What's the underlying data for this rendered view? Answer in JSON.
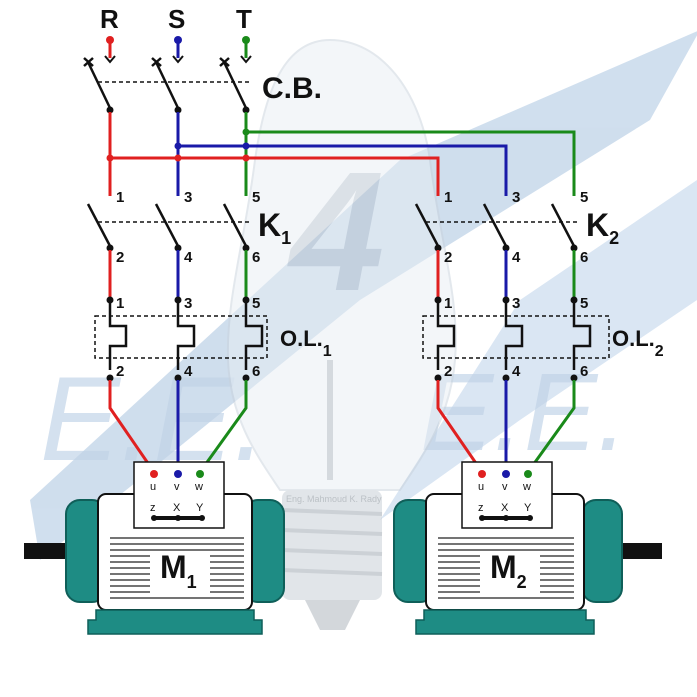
{
  "phases": [
    "R",
    "S",
    "T"
  ],
  "breaker_label": "C.B.",
  "contactor_1": {
    "label": "K",
    "sub": "1"
  },
  "contactor_2": {
    "label": "K",
    "sub": "2"
  },
  "overload_1": {
    "label": "O.L.",
    "sub": "1"
  },
  "overload_2": {
    "label": "O.L.",
    "sub": "2"
  },
  "terminal_numbers": {
    "line": [
      "1",
      "3",
      "5"
    ],
    "load": [
      "2",
      "4",
      "6"
    ]
  },
  "motor_1": {
    "label": "M",
    "sub": "1",
    "top_terminals": [
      "u",
      "v",
      "w"
    ],
    "bottom_terminals": [
      "z",
      "X",
      "Y"
    ]
  },
  "motor_2": {
    "label": "M",
    "sub": "2",
    "top_terminals": [
      "u",
      "v",
      "w"
    ],
    "bottom_terminals": [
      "z",
      "X",
      "Y"
    ]
  },
  "watermark": {
    "center_mark": "4",
    "side_mark": "E.E.",
    "signature": "Eng. Mahmoud K. Rady"
  },
  "colors": {
    "phase_R": "#e02020",
    "phase_S": "#1a1aa8",
    "phase_T": "#1a8a1a",
    "motor_teal": "#1e8c84",
    "shaft": "#111111",
    "watermark_blue": "#a9c4e0"
  }
}
